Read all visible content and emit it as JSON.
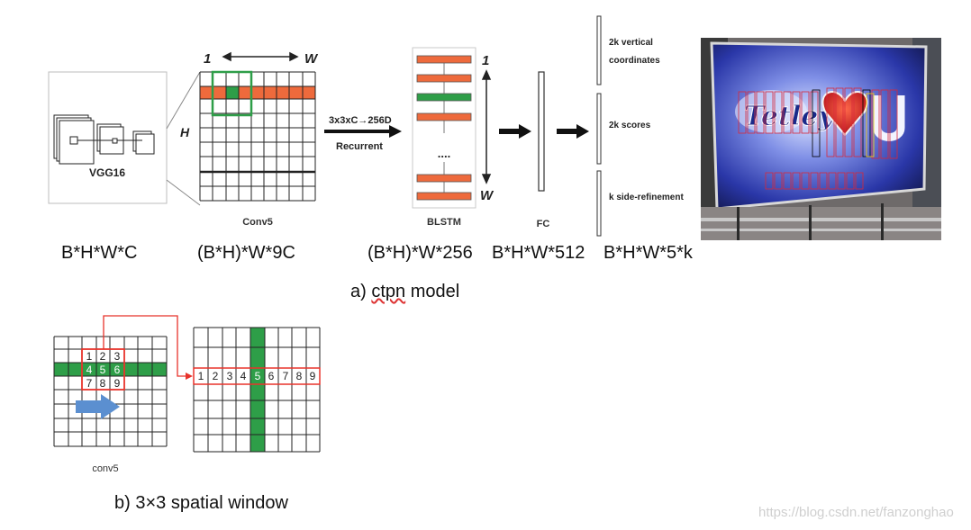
{
  "part_a": {
    "vgg_label": "VGG16",
    "conv5_axis_one": "1",
    "conv5_axis_w": "W",
    "conv5_axis_h": "H",
    "conv5_label": "Conv5",
    "arrow_label_top": "3x3xC→256D",
    "arrow_label_bottom": "Recurrent",
    "blstm_axis_one": "1",
    "blstm_axis_w": "W",
    "blstm_dots": "....",
    "blstm_label": "BLSTM",
    "fc_label": "FC",
    "output_1_line1": "2k vertical",
    "output_1_line2": "coordinates",
    "output_2": "2k scores",
    "output_3": "k side-refinement",
    "photo_text": "Tetley",
    "dims": [
      "B*H*W*C",
      "(B*H)*W*9C",
      "(B*H)*W*256",
      "B*H*W*512",
      "B*H*W*5*k"
    ],
    "caption_prefix": "a) ",
    "caption_word": "ctpn",
    "caption_suffix": " model"
  },
  "part_b": {
    "window_numbers": [
      "1",
      "2",
      "3",
      "4",
      "5",
      "6",
      "7",
      "8",
      "9"
    ],
    "conv5_label": "conv5",
    "caption": "b) 3×3 spatial window"
  },
  "watermark": "https://blog.csdn.net/fanzonghao",
  "colors": {
    "orange": "#ee6a3c",
    "green": "#2e9e48",
    "red_outline": "#e8332b",
    "blue_arrow": "#5b8fd0"
  }
}
